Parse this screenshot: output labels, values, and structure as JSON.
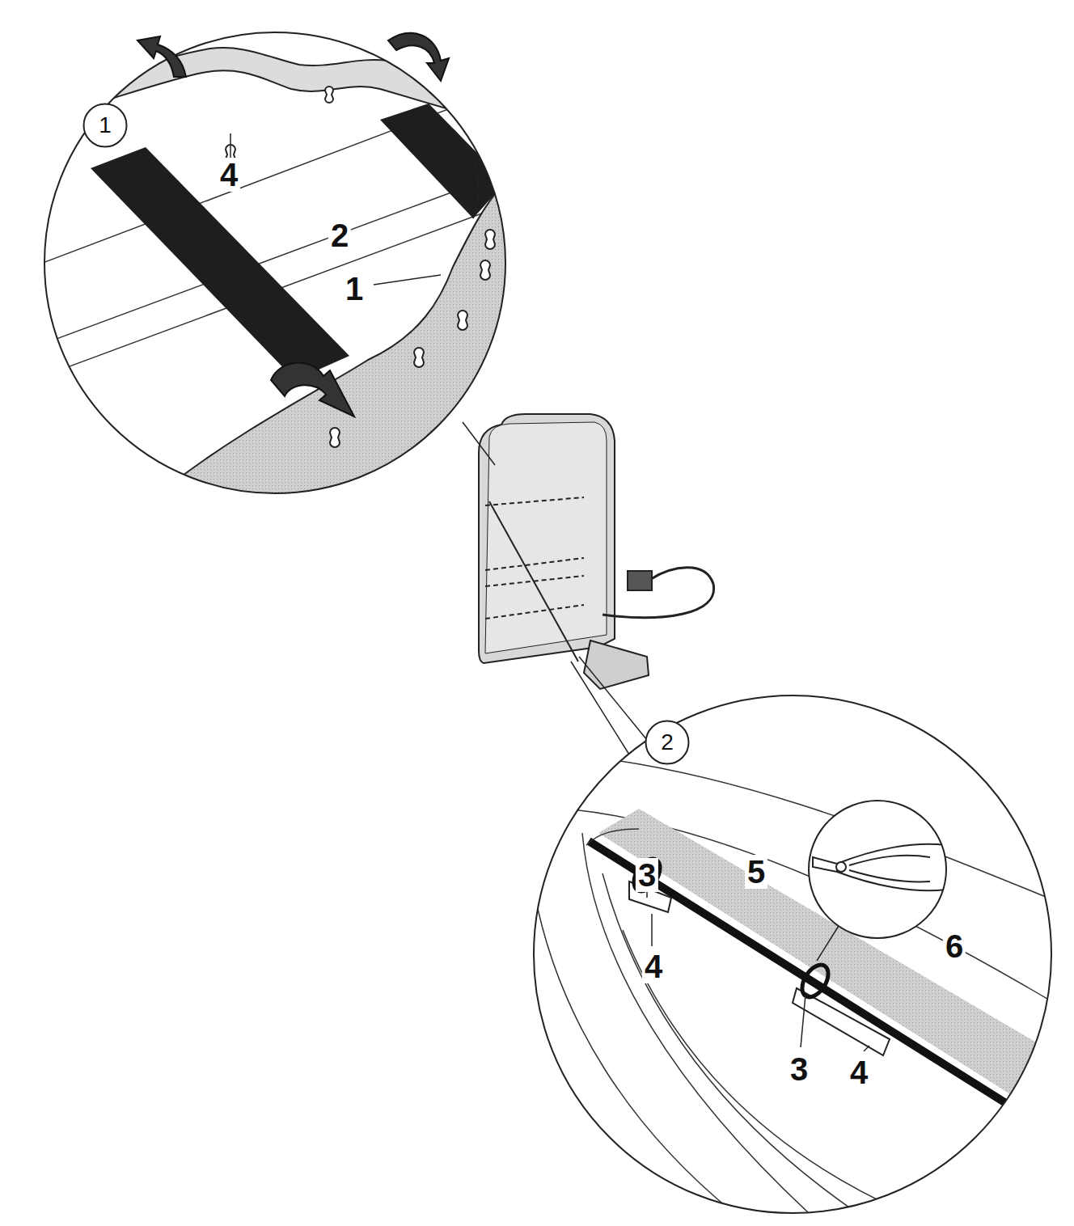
{
  "diagram": {
    "nodes": [
      {
        "text": [
          "1"
        ]
      },
      {
        "text": [
          "2"
        ]
      }
    ],
    "labels": [
      "4",
      "2",
      "1",
      "3",
      "4",
      "5",
      "6",
      "3",
      "4"
    ]
  }
}
